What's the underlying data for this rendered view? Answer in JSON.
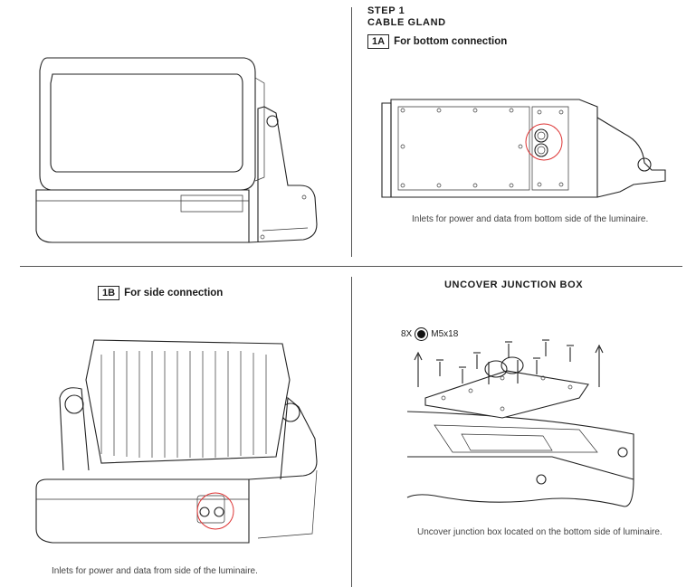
{
  "step1": {
    "step_label": "STEP 1",
    "title": "CABLE GLAND",
    "option_a": {
      "badge": "1A",
      "label": "For bottom connection",
      "caption": "Inlets for power and data from bottom side of the luminaire."
    },
    "option_b": {
      "badge": "1B",
      "label": "For side connection",
      "caption": "Inlets for power and data from side of the luminaire."
    }
  },
  "step2": {
    "title": "UNCOVER JUNCTION BOX",
    "screw_count": "8X",
    "screw_spec": "M5x18",
    "caption": "Uncover junction box located on the bottom side of luminaire."
  },
  "icons": {
    "screw_head": "hex-socket-icon"
  }
}
